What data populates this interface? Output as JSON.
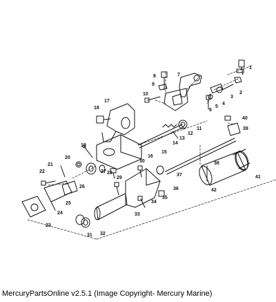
{
  "diagram": {
    "part_numbers": [
      "1",
      "2",
      "3",
      "4",
      "5",
      "6",
      "7",
      "8",
      "9",
      "10",
      "11",
      "12",
      "13",
      "14",
      "15",
      "16",
      "17",
      "18",
      "19",
      "20",
      "21",
      "22",
      "23",
      "24",
      "25",
      "26",
      "27",
      "28",
      "29",
      "30",
      "31",
      "32",
      "33",
      "34",
      "35",
      "36",
      "37",
      "38",
      "39",
      "40",
      "41",
      "42"
    ]
  },
  "footer": {
    "text": "MercuryPartsOnline v2.5.1 (Image Copyright- Mercury Marine)"
  }
}
